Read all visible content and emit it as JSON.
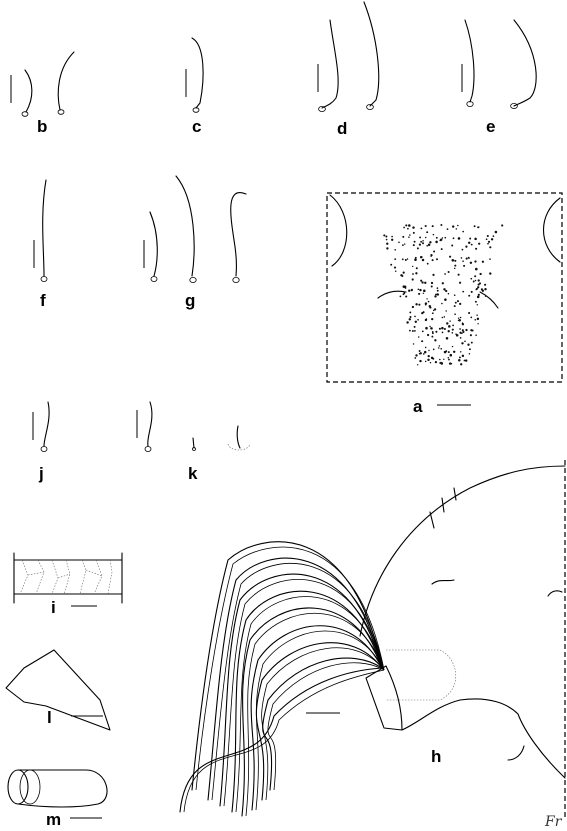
{
  "figure": {
    "panel_labels": {
      "a": "a",
      "b": "b",
      "c": "c",
      "d": "d",
      "e": "e",
      "f": "f",
      "g": "g",
      "h": "h",
      "i": "i",
      "j": "j",
      "k": "k",
      "l": "l",
      "m": "m"
    },
    "signature": "Fr",
    "icons": [
      "seta-drawing",
      "scale-bar",
      "dashed-frame"
    ]
  }
}
